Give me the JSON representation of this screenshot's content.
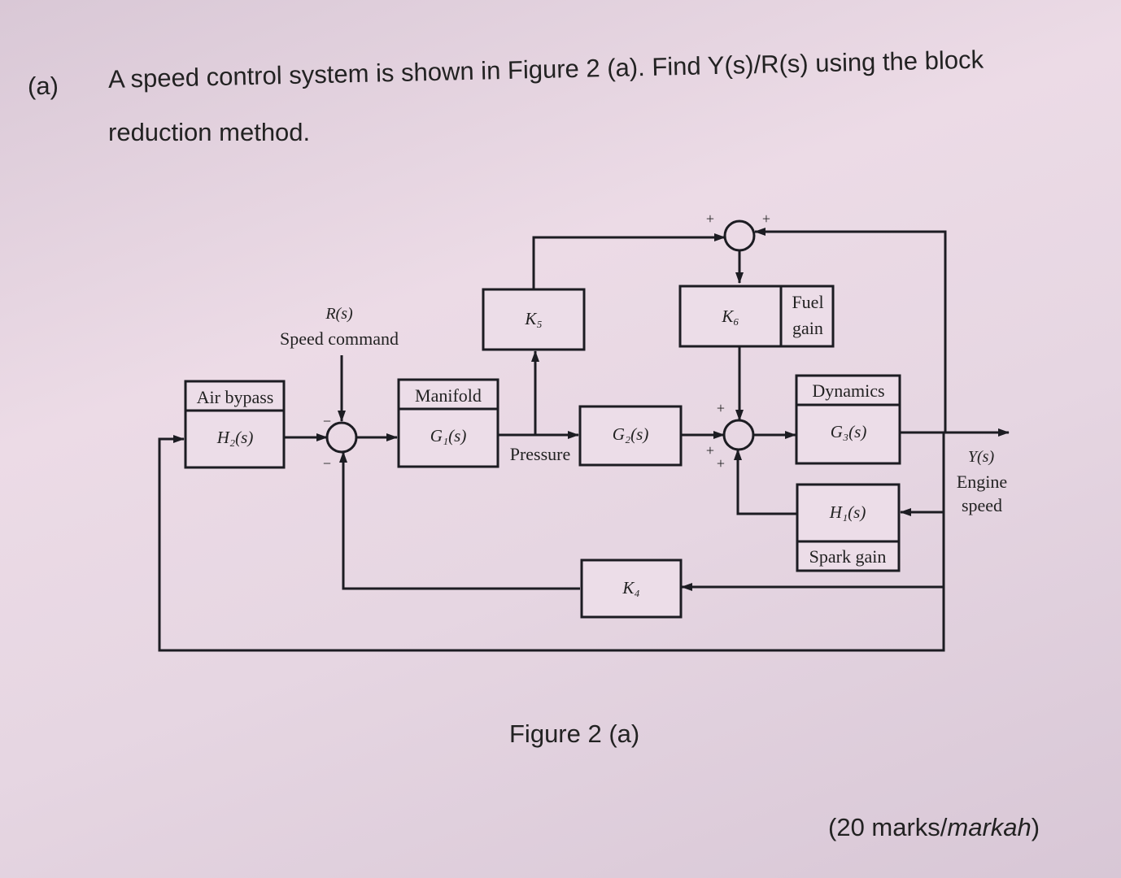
{
  "question": {
    "label": "(a)",
    "line1": "A speed control system is shown in Figure 2 (a). Find Y(s)/R(s) using the block",
    "line2": "reduction method."
  },
  "diagram": {
    "input": {
      "signal": "R(s)",
      "name": "Speed command"
    },
    "output": {
      "signal": "Y(s)",
      "name1": "Engine",
      "name2": "speed"
    },
    "blocks": {
      "h2": {
        "title": "Air bypass",
        "tf": "H₂(s)"
      },
      "g1": {
        "title": "Manifold",
        "tf": "G₁(s)"
      },
      "g2": {
        "tf": "G₂(s)"
      },
      "g3": {
        "title": "Dynamics",
        "tf": "G₃(s)"
      },
      "h1": {
        "tf": "H₁(s)",
        "title": "Spark gain"
      },
      "k4": {
        "tf": "K₄"
      },
      "k5": {
        "tf": "K₅"
      },
      "k6": {
        "tf": "K₆",
        "title1": "Fuel",
        "title2": "gain"
      }
    },
    "pressure_label": "Pressure",
    "signs": {
      "sj1_top": "−",
      "sj1_bottom": "−",
      "sj2_top": "+",
      "sj2_bottom_a": "+",
      "sj2_bottom_b": "+",
      "sj3_left": "+",
      "sj3_right": "+"
    }
  },
  "caption": "Figure 2 (a)",
  "marks": {
    "prefix": "(20 marks/",
    "italic": "markah",
    "suffix": ")"
  }
}
